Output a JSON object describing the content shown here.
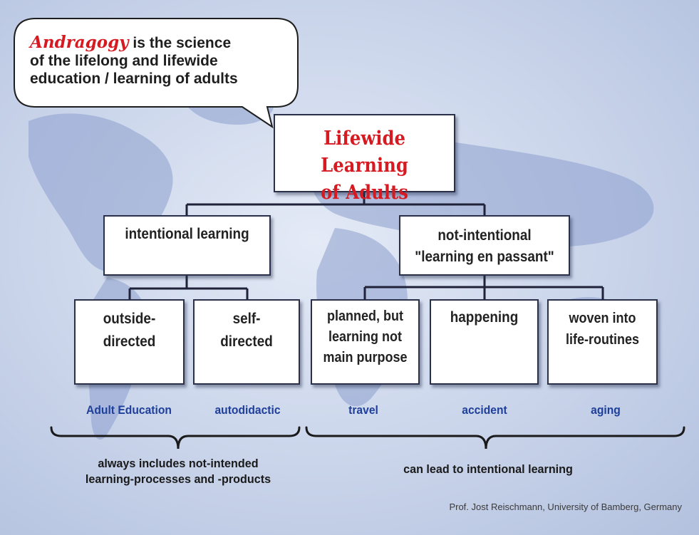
{
  "colors": {
    "accent_red": "#d61a22",
    "example_blue": "#1e3f9a",
    "box_border": "#2a2f4a"
  },
  "speech_bubble": {
    "keyword": "Andragogy",
    "line1_rest": " is the science",
    "line2": "of the lifelong and lifewide",
    "line3": "education / learning of adults"
  },
  "root": {
    "line1": "Lifewide Learning",
    "line2": "of Adults"
  },
  "intentional": {
    "label": "intentional learning"
  },
  "not_intentional": {
    "line1": "not-intentional",
    "line2": "\"learning en passant\""
  },
  "outside_directed": {
    "line1": "outside-",
    "line2": "directed"
  },
  "self_directed": {
    "line1": "self-",
    "line2": "directed"
  },
  "planned": {
    "line1": "planned, but",
    "line2": "learning not",
    "line3": "main purpose"
  },
  "happening": {
    "label": "happening"
  },
  "woven": {
    "line1": "woven into",
    "line2": "life-routines"
  },
  "examples": {
    "adult_education": "Adult Education",
    "autodidactic": "autodidactic",
    "travel": "travel",
    "accident": "accident",
    "aging": "aging"
  },
  "left_brace_note": {
    "line1": "always includes not-intended",
    "line2": "learning-processes and -products"
  },
  "right_brace_note": "can lead to intentional learning",
  "credit": "Prof. Jost Reischmann, University of Bamberg, Germany"
}
